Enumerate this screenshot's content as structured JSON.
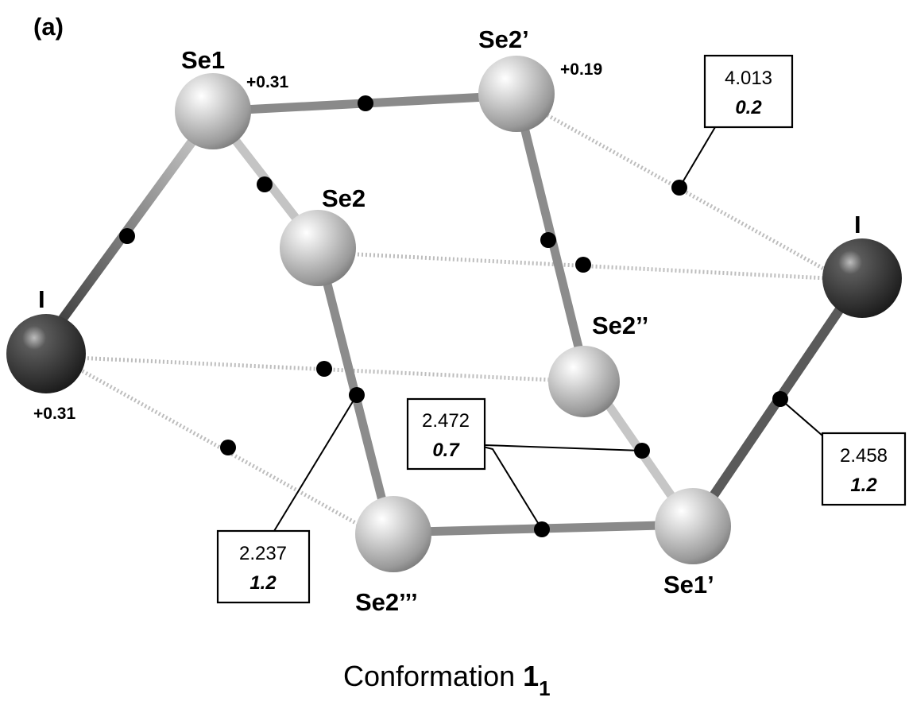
{
  "panel_label": "(a)",
  "atoms": {
    "se1": "Se1",
    "se2": "Se2",
    "se2p": "Se2’",
    "se2pp": "Se2’’",
    "se2ppp": "Se2’’’",
    "se1p": "Se1’",
    "i_left": "I",
    "i_right": "I"
  },
  "charges": {
    "se1": "+0.31",
    "se2p": "+0.19",
    "i_left": "+0.31"
  },
  "annotations": {
    "se2p_i": {
      "distance": "4.013",
      "density": "0.2"
    },
    "se1p_i": {
      "distance": "2.458",
      "density": "1.2"
    },
    "se2pp_se1p": {
      "distance": "2.472",
      "density": "0.7"
    },
    "se2_se2ppp": {
      "distance": "2.237",
      "density": "1.2"
    }
  },
  "caption": {
    "text": "Conformation ",
    "bold": "1",
    "subscript": "1"
  },
  "colors": {
    "selenium": "#c4c4c4",
    "iodine": "#3a3a3a",
    "bond": "#8c8c8c",
    "critical_point": "#000000"
  }
}
